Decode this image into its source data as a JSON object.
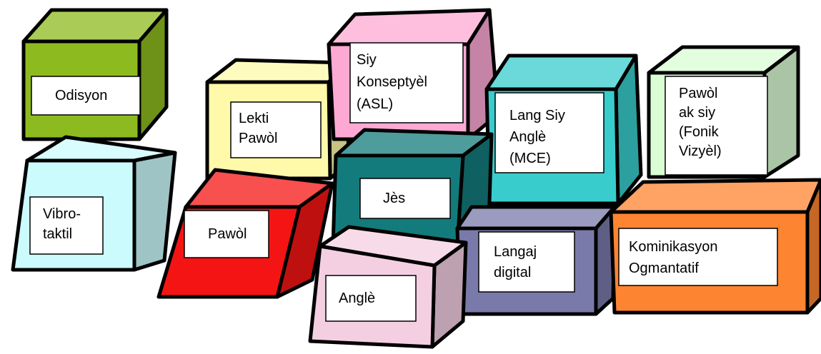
{
  "blocks": [
    {
      "id": "odisyon",
      "lines": [
        "Odisyon"
      ],
      "color": "#8dbb1f"
    },
    {
      "id": "vibro-taktil",
      "lines": [
        "Vibro-",
        "taktil"
      ],
      "color": "#ccfbfd"
    },
    {
      "id": "lekti-pawol",
      "lines": [
        "Lekti",
        "Pawòl"
      ],
      "color": "#fefaa9"
    },
    {
      "id": "pawol",
      "lines": [
        "Pawòl"
      ],
      "color": "#f51414"
    },
    {
      "id": "siy-konseptyel",
      "lines": [
        "Siy",
        "Konseptyèl",
        "(ASL)"
      ],
      "color": "#fda9d3"
    },
    {
      "id": "jes",
      "lines": [
        "Jès"
      ],
      "color": "#137b7b"
    },
    {
      "id": "angle",
      "lines": [
        "Anglè"
      ],
      "color": "#f4cfe2"
    },
    {
      "id": "lang-siy-angle",
      "lines": [
        "Lang Siy",
        "Anglè",
        "(MCE)"
      ],
      "color": "#39cccc"
    },
    {
      "id": "langaj-digital",
      "lines": [
        "Langaj",
        "digital"
      ],
      "color": "#7a7aaa"
    },
    {
      "id": "pawol-ak-siy",
      "lines": [
        "Pawòl",
        "ak siy",
        "(Fonik",
        "Vizyèl)"
      ],
      "color": "#dafdd4"
    },
    {
      "id": "kominikasyon-ogmantatif",
      "lines": [
        "Kominikasyon",
        "Ogmantatif"
      ],
      "color": "#fd8430"
    }
  ]
}
